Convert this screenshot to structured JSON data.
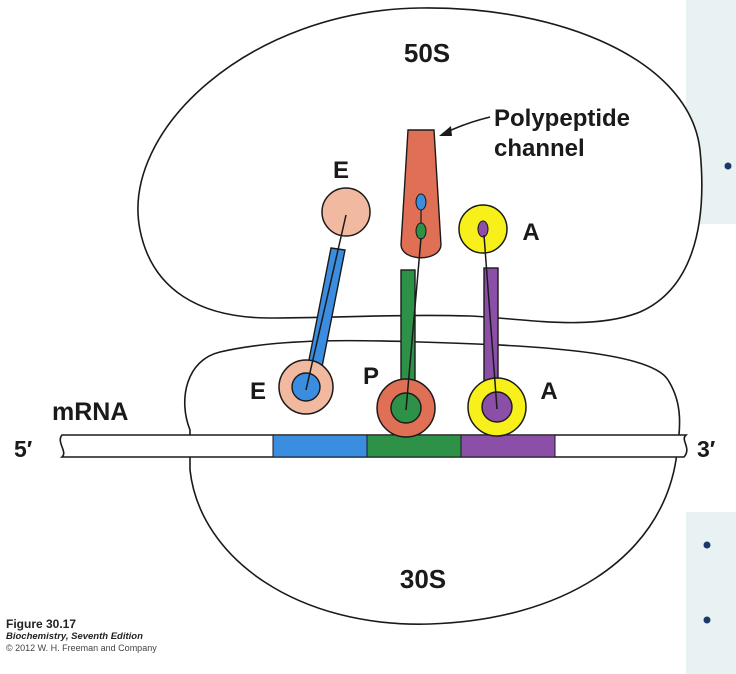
{
  "labels": {
    "large_subunit": "50S",
    "small_subunit": "30S",
    "channel": "Polypeptide\nchannel",
    "site_e_top": "E",
    "site_a_top": "A",
    "site_e_bottom": "E",
    "site_p_bottom": "P",
    "site_a_bottom": "A",
    "mrna": "mRNA",
    "five_prime": "5′",
    "three_prime": "3′"
  },
  "caption": {
    "figure": "Figure 30.17",
    "book_title": "Biochemistry",
    "book_edition": ", Seventh Edition",
    "copyright": "© 2012 W. H. Freeman and Company"
  },
  "colors": {
    "e_trna": "#3b8de0",
    "e_head": "#f1b9a0",
    "p_trna": "#2e9148",
    "p_ring": "#e07055",
    "a_trna": "#8b4fa8",
    "a_ring": "#f7f01a",
    "channel": "#e07055",
    "outline": "#1a1a1a",
    "slide_box": "#e9f2f3",
    "bullet": "#1b3a6b"
  }
}
